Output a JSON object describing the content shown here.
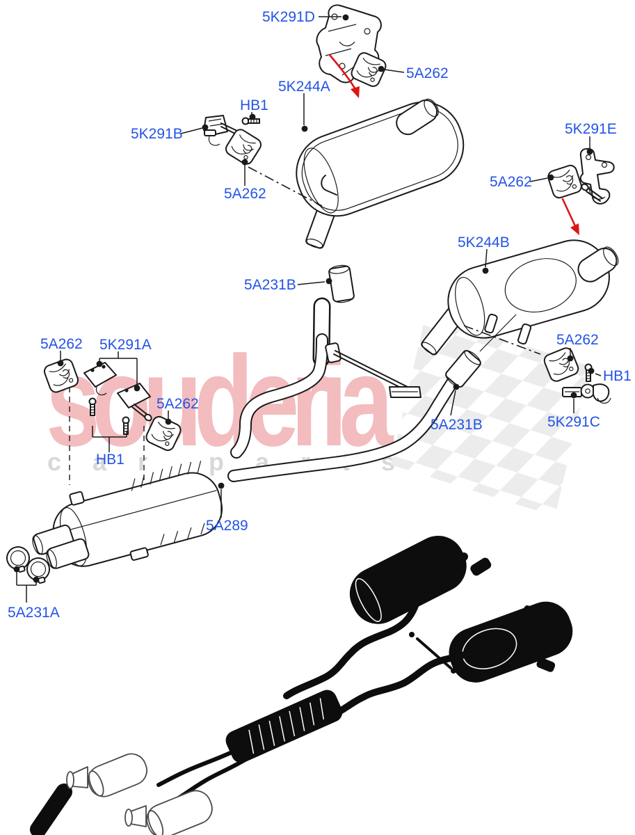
{
  "title": "Exhaust system rear section parts diagram",
  "watermark": {
    "brand": "souderia",
    "tagline_word1": "car",
    "tagline_word2": "parts"
  },
  "colors": {
    "label_blue": "#2253e6",
    "arrow_red": "#dd1414",
    "line": "#1a1a1a",
    "silhouette": "#0d0d0d",
    "watermark_pink": "#f3bcbe",
    "watermark_gray": "#d8d8d8",
    "checker": "#ececec"
  },
  "labels": {
    "l_5k291d": "5K291D",
    "l_5a262_top": "5A262",
    "l_5k244a": "5K244A",
    "l_hb1_top": "HB1",
    "l_5k291b": "5K291B",
    "l_5a262_left_upper": "5A262",
    "l_5k291e": "5K291E",
    "l_5a262_right_upper": "5A262",
    "l_5k244b": "5K244B",
    "l_5a231b_upper": "5A231B",
    "l_5a262_far_left": "5A262",
    "l_5k291a": "5K291A",
    "l_5a262_left_lower": "5A262",
    "l_hb1_left": "HB1",
    "l_5a289": "5A289",
    "l_5a231a": "5A231A",
    "l_5a231b_lower": "5A231B",
    "l_5a262_bottom_right": "5A262",
    "l_hb1_right": "HB1",
    "l_5k291c": "5K291C"
  }
}
